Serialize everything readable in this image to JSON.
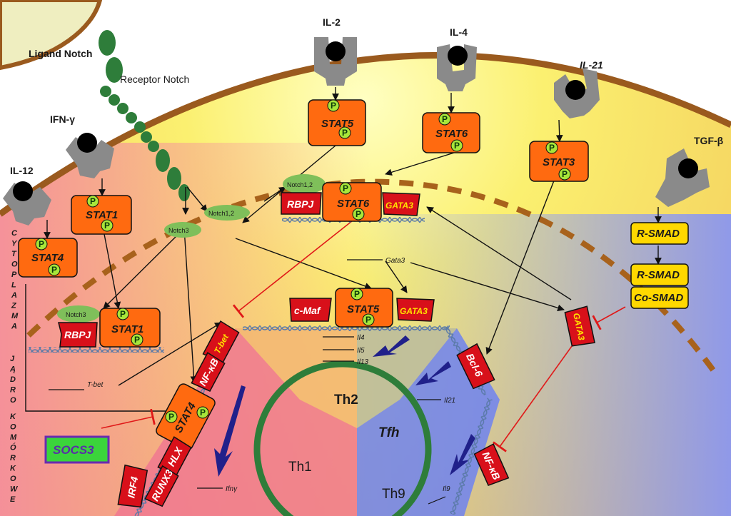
{
  "labels": {
    "ligand_notch": "Ligand Notch",
    "receptor_notch": "Receptor Notch",
    "il2": "IL-2",
    "il4": "IL-4",
    "il21": "IL-21",
    "ifng": "IFN-γ",
    "il12": "IL-12",
    "tgfb": "TGF-β",
    "cytoplasm": "CYTOPLAZMA",
    "nucleus": "JĄDRO KOMÓRKOWE"
  },
  "proteins": {
    "stat5": "STAT5",
    "stat6": "STAT6",
    "stat3": "STAT3",
    "stat1": "STAT1",
    "stat4": "STAT4",
    "p": "P",
    "r_smad": "R-SMAD",
    "co_smad": "Co-SMAD",
    "notch12": "Notch1,2",
    "notch3": "Notch3",
    "rbpj": "RBPJ",
    "gata3": "GATA3",
    "cmaf": "c-Maf",
    "tbet": "T-bet",
    "nfkb": "NF-κB",
    "hlx": "HLX",
    "runx3": "RUNX3",
    "irf4": "IRF4",
    "bcl6": "Bcl-6",
    "socs3": "SOCS3"
  },
  "genes": {
    "gata3": "Gata3",
    "tbet": "T-bet",
    "il4": "Il4",
    "il5": "Il5",
    "il13": "Il13",
    "il21": "Il21",
    "il9": "Il9",
    "ifng": "Ifnγ"
  },
  "cells": {
    "th1": "Th1",
    "th2": "Th2",
    "tfh": "Tfh",
    "th9": "Th9"
  },
  "colors": {
    "membrane": "#9a5a1e",
    "stat_box": "#ff6a10",
    "smad_box": "#ffd800",
    "red_tf": "#d8101a",
    "phospho": "#a8e63a",
    "notch": "#2e7d3a",
    "receptor": "#8a8a8a",
    "cell_circle": "#2e7d3a",
    "arrow_blue": "#20208a",
    "inhibit": "#e01818"
  }
}
